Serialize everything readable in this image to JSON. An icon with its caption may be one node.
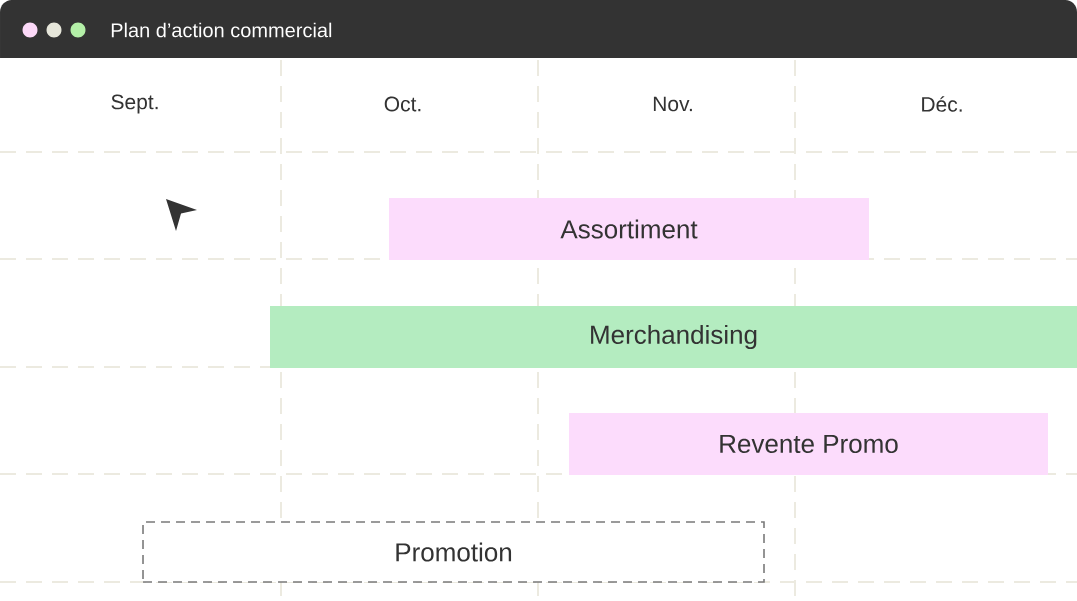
{
  "diagram": {
    "title": "Plan d’action commercial",
    "nodes": [
      {
        "text": [
          "Assortiment"
        ]
      },
      {
        "text": [
          "Merchandising"
        ]
      },
      {
        "text": [
          "Revente Promo"
        ]
      },
      {
        "text": [
          "Promotion"
        ]
      }
    ],
    "labels": [
      "Sept.",
      "Oct.",
      "Nov.",
      "Déc."
    ]
  }
}
